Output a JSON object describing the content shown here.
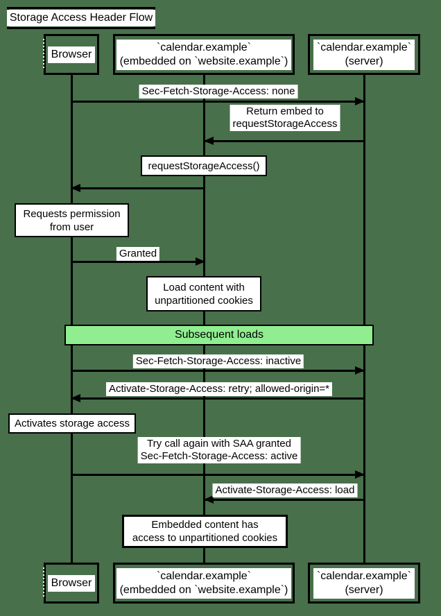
{
  "title": "Storage Access Header Flow",
  "colors": {
    "background": "#48704B",
    "band_fill": "#90EE90",
    "box_fill": "#FFFFFF",
    "line": "#000000",
    "text": "#000000"
  },
  "actors": [
    {
      "id": "browser",
      "lines": [
        "Browser"
      ]
    },
    {
      "id": "embed",
      "lines": [
        "`calendar.example`",
        "(embedded on `website.example`)"
      ]
    },
    {
      "id": "server",
      "lines": [
        "`calendar.example`",
        "(server)"
      ]
    }
  ],
  "band": {
    "label": "Subsequent loads"
  },
  "messages": [
    {
      "from": "browser",
      "to": "server",
      "lines": [
        "Sec-Fetch-Storage-Access: none"
      ]
    },
    {
      "from": "server",
      "to": "embed",
      "lines": [
        "Return embed to",
        "requestStorageAccess"
      ]
    },
    {
      "from": "embed",
      "to": "browser",
      "lines": []
    },
    {
      "from": "browser",
      "to": "embed",
      "lines": [
        "Granted"
      ]
    },
    {
      "from": "browser",
      "to": "server",
      "lines": [
        "Sec-Fetch-Storage-Access: inactive"
      ]
    },
    {
      "from": "server",
      "to": "browser",
      "lines": [
        "Activate-Storage-Access: retry; allowed-origin=*"
      ]
    },
    {
      "from": "browser",
      "to": "server",
      "lines": [
        "Try call again with SAA granted",
        "Sec-Fetch-Storage-Access: active"
      ]
    },
    {
      "from": "server",
      "to": "embed",
      "lines": [
        "Activate-Storage-Access: load"
      ]
    }
  ],
  "notes": [
    {
      "over": "embed",
      "lines": [
        "requestStorageAccess()"
      ]
    },
    {
      "over": "browser",
      "lines": [
        "Requests permission",
        "from user"
      ]
    },
    {
      "over": "embed",
      "lines": [
        "Load content with",
        "unpartitioned cookies"
      ]
    },
    {
      "over": "browser",
      "lines": [
        "Activates storage access"
      ]
    },
    {
      "over": "embed",
      "lines": [
        "Embedded content has",
        "access to unpartitioned cookies"
      ]
    }
  ]
}
